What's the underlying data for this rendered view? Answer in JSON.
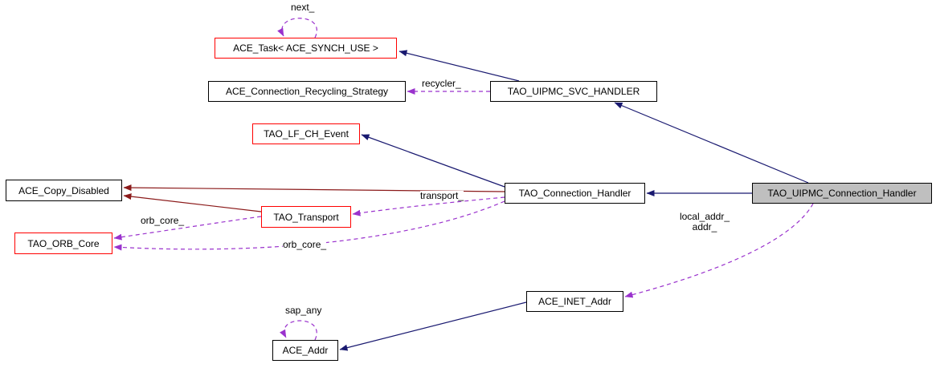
{
  "diagram": {
    "type": "class-collaboration-graph",
    "colors": {
      "background": "#ffffff",
      "text": "#000000",
      "node_border": "#000000",
      "node_border_external": "#ff0000",
      "current_node_fill": "#bfbfbf",
      "inheritance": "#191970",
      "private_inheritance": "#8b1a1a",
      "usage": "#9a32cd"
    },
    "nodes": [
      {
        "id": "ace_task",
        "label": "ACE_Task< ACE_SYNCH_USE >"
      },
      {
        "id": "ace_connection_recycling_strategy",
        "label": "ACE_Connection_Recycling_Strategy"
      },
      {
        "id": "tao_uipmc_svc_handler",
        "label": "TAO_UIPMC_SVC_HANDLER"
      },
      {
        "id": "tao_lf_ch_event",
        "label": "TAO_LF_CH_Event"
      },
      {
        "id": "ace_copy_disabled",
        "label": "ACE_Copy_Disabled"
      },
      {
        "id": "tao_connection_handler",
        "label": "TAO_Connection_Handler"
      },
      {
        "id": "tao_uipmc_connection_handler",
        "label": "TAO_UIPMC_Connection_Handler"
      },
      {
        "id": "tao_transport",
        "label": "TAO_Transport"
      },
      {
        "id": "tao_orb_core",
        "label": "TAO_ORB_Core"
      },
      {
        "id": "ace_inet_addr",
        "label": "ACE_INET_Addr"
      },
      {
        "id": "ace_addr",
        "label": "ACE_Addr"
      }
    ],
    "edge_labels": {
      "next": "next_",
      "recycler": "recycler_",
      "transport": "transport_",
      "orb_core_from_transport": "orb_core_",
      "orb_core_from_connection_handler": "orb_core_",
      "local_addr_line1": "local_addr_",
      "local_addr_line2": "addr_",
      "sap_any": "sap_any"
    },
    "edges": [
      {
        "from": "tao_uipmc_svc_handler",
        "to": "ace_task",
        "type": "inheritance",
        "label": ""
      },
      {
        "from": "ace_task",
        "to": "ace_task",
        "type": "usage",
        "label": "next_"
      },
      {
        "from": "tao_uipmc_svc_handler",
        "to": "ace_connection_recycling_strategy",
        "type": "usage",
        "label": "recycler_"
      },
      {
        "from": "tao_uipmc_connection_handler",
        "to": "tao_uipmc_svc_handler",
        "type": "inheritance",
        "label": ""
      },
      {
        "from": "tao_connection_handler",
        "to": "tao_lf_ch_event",
        "type": "inheritance",
        "label": ""
      },
      {
        "from": "tao_connection_handler",
        "to": "ace_copy_disabled",
        "type": "private-inheritance",
        "label": ""
      },
      {
        "from": "tao_transport",
        "to": "ace_copy_disabled",
        "type": "private-inheritance",
        "label": ""
      },
      {
        "from": "tao_connection_handler",
        "to": "tao_transport",
        "type": "usage",
        "label": "transport_"
      },
      {
        "from": "tao_transport",
        "to": "tao_orb_core",
        "type": "usage",
        "label": "orb_core_"
      },
      {
        "from": "tao_connection_handler",
        "to": "tao_orb_core",
        "type": "usage",
        "label": "orb_core_"
      },
      {
        "from": "tao_uipmc_connection_handler",
        "to": "tao_connection_handler",
        "type": "inheritance",
        "label": ""
      },
      {
        "from": "tao_uipmc_connection_handler",
        "to": "ace_inet_addr",
        "type": "usage",
        "label": "local_addr_ addr_"
      },
      {
        "from": "ace_inet_addr",
        "to": "ace_addr",
        "type": "inheritance",
        "label": ""
      },
      {
        "from": "ace_addr",
        "to": "ace_addr",
        "type": "usage",
        "label": "sap_any"
      }
    ]
  }
}
